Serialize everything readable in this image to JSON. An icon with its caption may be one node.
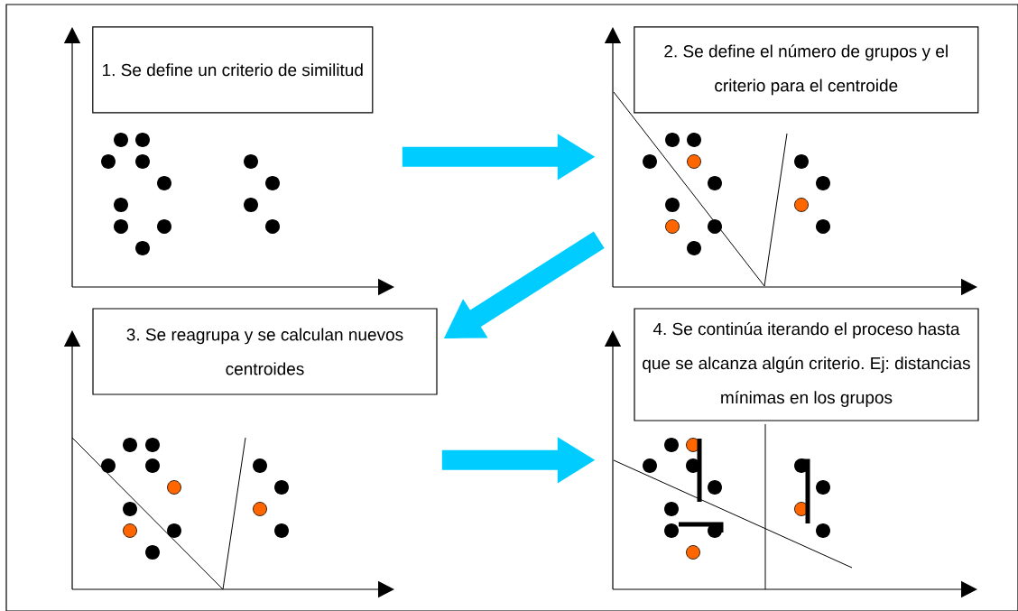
{
  "diagram": {
    "nodes": [
      {
        "text": [],
        "shape": "picture"
      },
      {
        "text": [
          "1. Se define un criterio de similitud"
        ],
        "in": 0
      },
      {
        "text": [],
        "shape": "picture"
      },
      {
        "text": [
          "2. Se define el número de grupos y el criterio para el centroide"
        ],
        "in": 2
      },
      {
        "text": [],
        "shape": "picture"
      },
      {
        "text": [
          "3. Se reagrupa y se calculan nuevos centroides"
        ]
      },
      {
        "text": [],
        "shape": "picture"
      },
      {
        "text": [
          "4. Se continúa iterando el proceso hasta que se alcanza algún criterio. Ej: distancias mínimas en los grupos"
        ]
      }
    ],
    "edges": [
      {
        "from": 0,
        "to": 2,
        "arrow": "to"
      },
      {
        "from": 2,
        "to": 5,
        "arrow": "to"
      },
      {
        "from": 4,
        "to": 6,
        "arrow": "to"
      }
    ]
  }
}
